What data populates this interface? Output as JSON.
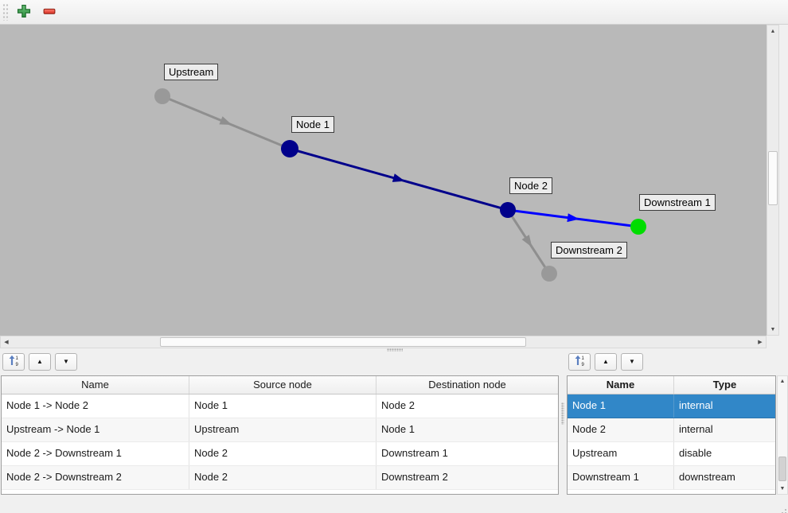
{
  "icons": {
    "toolbar_add": "plus-icon",
    "toolbar_remove": "minus-icon",
    "table_sort": "sort-ascending-icon",
    "table_move_up": "up-arrow-icon",
    "table_move_down": "down-arrow-icon"
  },
  "colors": {
    "canvas_background": "#b9b9b9",
    "selection": "#3187c8",
    "node_internal": "#00008b",
    "node_downstream": "#00dd00",
    "node_disabled": "#999999",
    "edge_active": "#0000ff",
    "edge_internal": "#00008b",
    "edge_inactive": "#8f8f8f"
  },
  "graph": {
    "nodes": [
      {
        "label": "Upstream",
        "color": "#999999"
      },
      {
        "label": "Node 1",
        "color": "#00008b"
      },
      {
        "label": "Node 2",
        "color": "#00008b"
      },
      {
        "label": "Downstream 1",
        "color": "#00dd00"
      },
      {
        "label": "Downstream 2",
        "color": "#999999"
      }
    ],
    "edges": [
      {
        "name": "Upstream -> Node 1",
        "color": "#8f8f8f"
      },
      {
        "name": "Node 1 -> Node 2",
        "color": "#00008b"
      },
      {
        "name": "Node 2 -> Downstream 1",
        "color": "#0000ff"
      },
      {
        "name": "Node 2 -> Downstream 2",
        "color": "#8f8f8f"
      }
    ]
  },
  "edges_table": {
    "columns": [
      "Name",
      "Source node",
      "Destination node"
    ],
    "rows": [
      [
        "Node 1 -> Node 2",
        "Node 1",
        "Node 2"
      ],
      [
        "Upstream -> Node 1",
        "Upstream",
        "Node 1"
      ],
      [
        "Node 2 -> Downstream 1",
        "Node 2",
        "Downstream 1"
      ],
      [
        "Node 2 -> Downstream 2",
        "Node 2",
        "Downstream 2"
      ]
    ]
  },
  "nodes_table": {
    "columns": [
      "Name",
      "Type"
    ],
    "rows": [
      [
        "Node 1",
        "internal"
      ],
      [
        "Node 2",
        "internal"
      ],
      [
        "Upstream",
        "disable"
      ],
      [
        "Downstream 1",
        "downstream"
      ]
    ],
    "selected_row": 0
  }
}
